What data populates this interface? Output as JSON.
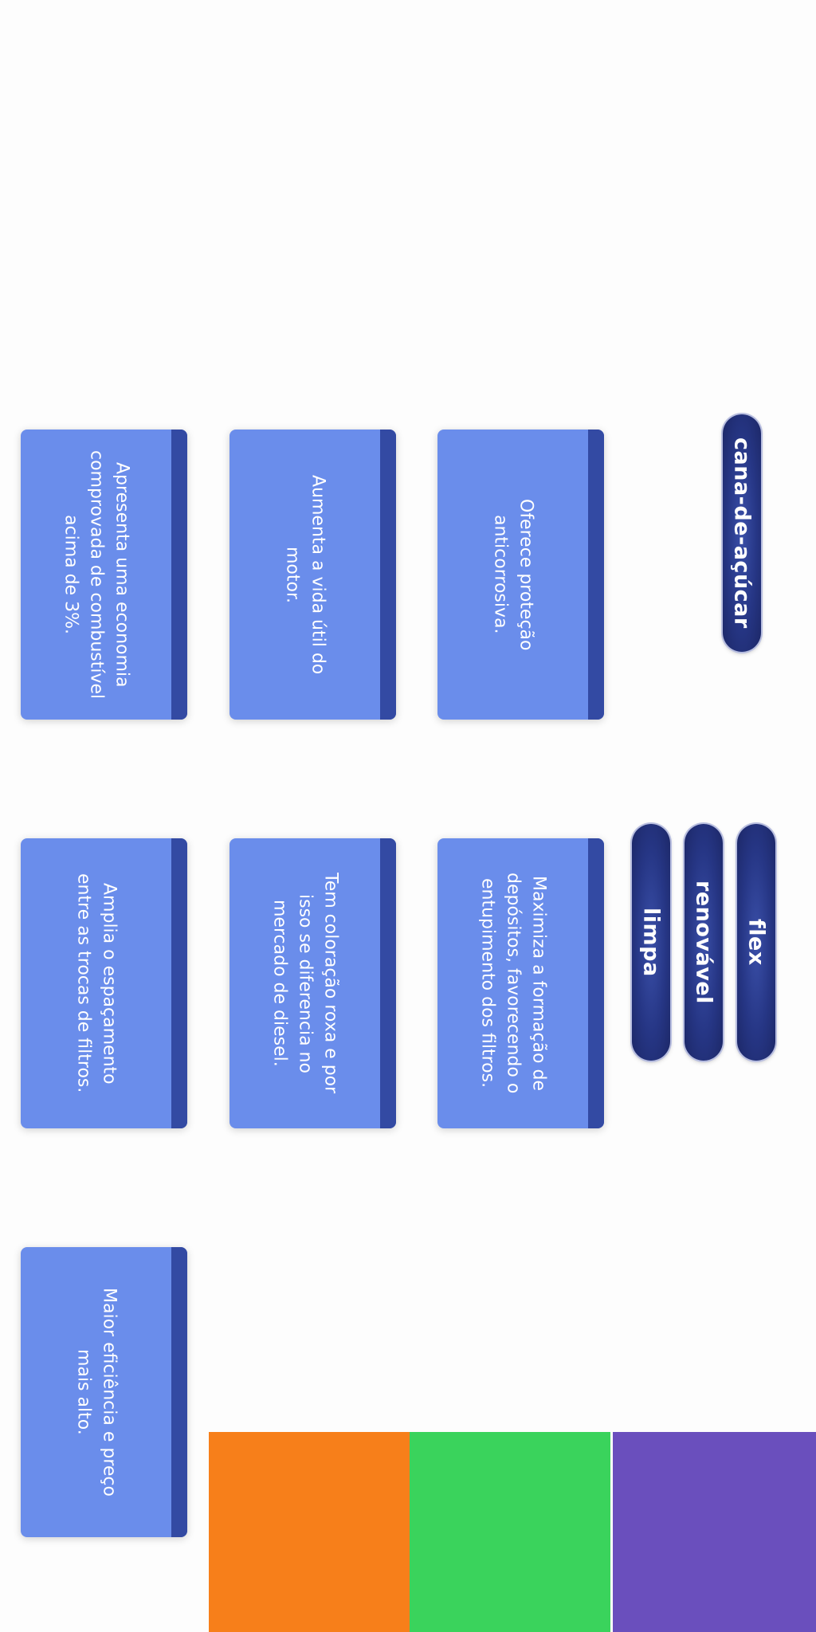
{
  "cards": [
    {
      "text": "Apresenta uma economia comprovada de combustível acima de 3%."
    },
    {
      "text": "Aumenta a vida útil do motor."
    },
    {
      "text": "Oferece proteção anticorrosiva."
    },
    {
      "text": "Amplia o espaçamento entre as trocas de filtros."
    },
    {
      "text": "Tem coloração roxa e por isso se diferencia no mercado de diesel."
    },
    {
      "text": "Maximiza a formação de depósitos, favorecendo o entupimento dos filtros."
    },
    {
      "text": "Maior eficiência e preço mais alto."
    }
  ],
  "pills": [
    {
      "label": "cana-de-açúcar"
    },
    {
      "label": "flex"
    },
    {
      "label": "renovável"
    },
    {
      "label": "limpa"
    }
  ],
  "color_blocks": {
    "orange": "#f77f1a",
    "green": "#3ad35c",
    "purple": "#6a4fbd"
  }
}
